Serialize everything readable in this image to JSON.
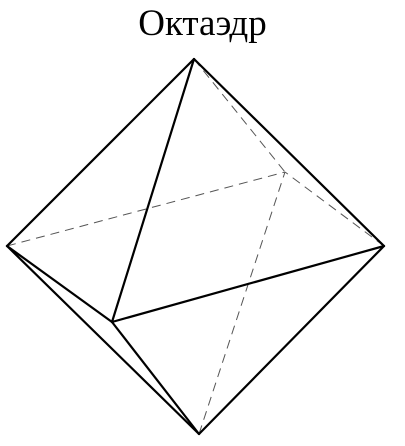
{
  "title": "Октаэдр",
  "colors": {
    "background": "#ffffff",
    "visible_edge": "#000000",
    "hidden_edge": "#555555"
  },
  "diagram": {
    "shape": "octahedron",
    "edge_styles": {
      "visible": "solid",
      "hidden": "dashed"
    }
  }
}
